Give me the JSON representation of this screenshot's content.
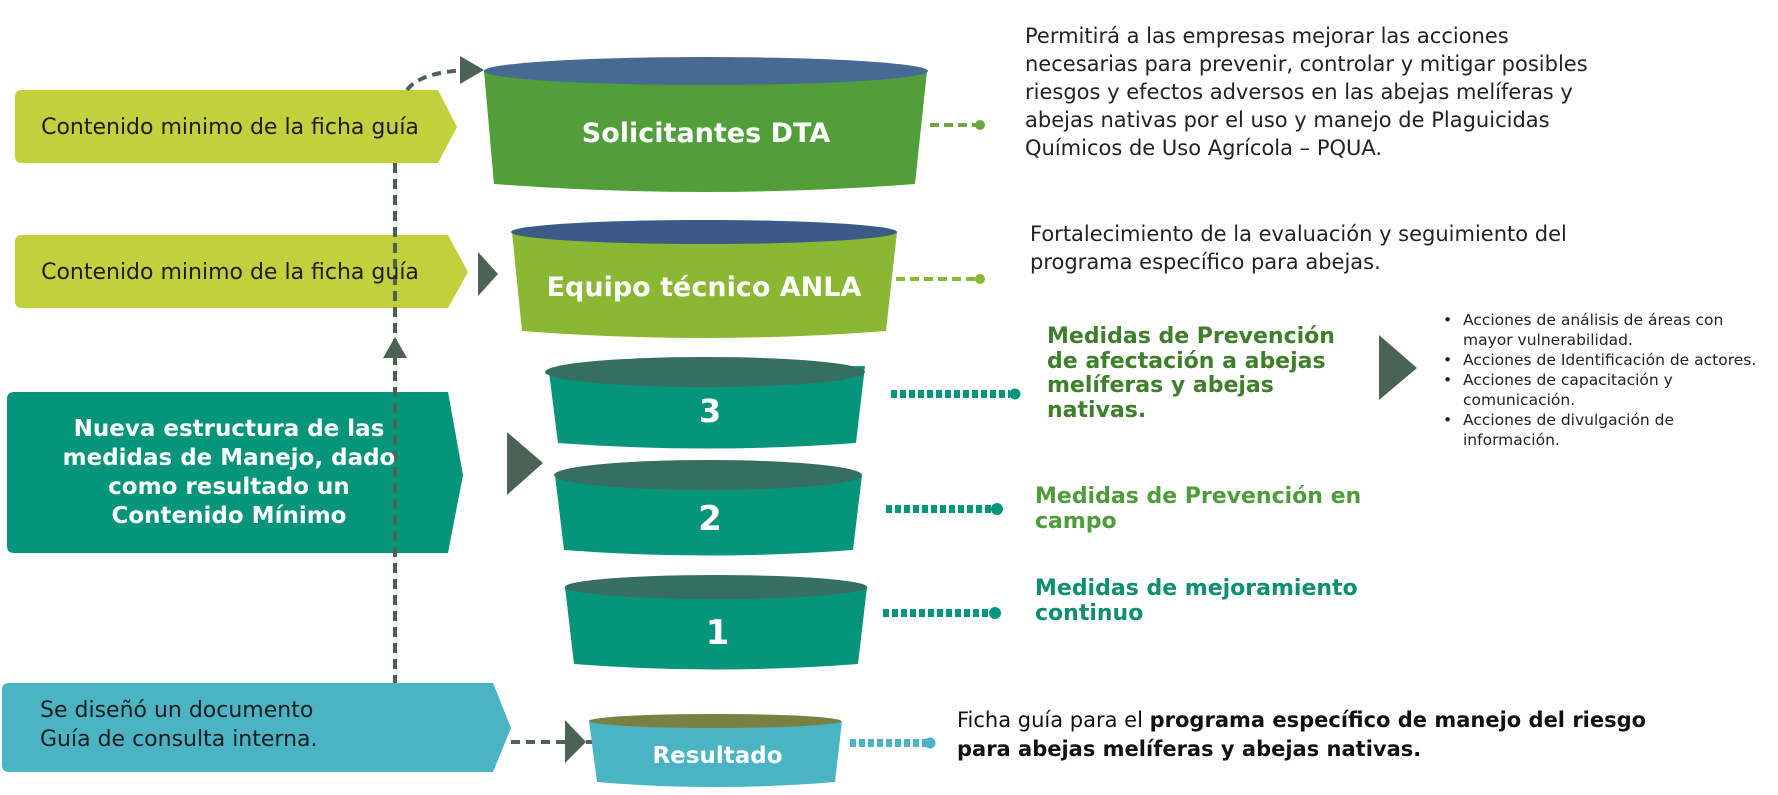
{
  "colors": {
    "lime": "#c2d03b",
    "funnel_top_green": "#519e3a",
    "funnel_ellipse_blue": "#466a92",
    "funnel_ellipse_blue_dark": "#3a5b86",
    "funnel_mid_green": "#8ab734",
    "tier_teal": "#05957a",
    "tier_ellipse": "#376e62",
    "result_blue": "#4ab4c5",
    "result_ellipse": "#7a8042",
    "arrow_dark": "#4a6353",
    "measure_dark_green": "#3f7f2c",
    "measure_green": "#4f9c3a",
    "measure_teal": "#0f8f72"
  },
  "left_boxes": [
    {
      "id": "contenido-minimo-1",
      "text": "Contenido minimo de la ficha guía"
    },
    {
      "id": "contenido-minimo-2",
      "text": "Contenido minimo de la ficha guía"
    },
    {
      "id": "nueva-estructura",
      "text": "Nueva estructura de las medidas de Manejo, dado como resultado un Contenido Mínimo"
    },
    {
      "id": "documento-guia",
      "line1": "Se diseñó un documento",
      "line2": "Guía de consulta interna."
    }
  ],
  "funnel": {
    "top": {
      "label": "Solicitantes DTA"
    },
    "second": {
      "label": "Equipo técnico ANLA"
    },
    "tiers": [
      {
        "label": "3",
        "measure": "Medidas de Prevención de afectación a abejas melíferas y abejas nativas."
      },
      {
        "label": "2",
        "measure": "Medidas de Prevención en campo"
      },
      {
        "label": "1",
        "measure": "Medidas de mejoramiento continuo"
      }
    ],
    "result": {
      "label": "Resultado"
    }
  },
  "descriptions": {
    "solicitantes": "Permitirá a las empresas mejorar las acciones necesarias para prevenir, controlar y mitigar posibles riesgos y efectos adversos en las abejas melíferas y abejas nativas  por el uso y manejo de Plaguicidas Químicos de Uso Agrícola – PQUA.",
    "equipo": "Fortalecimiento de la evaluación y seguimiento del programa específico para abejas."
  },
  "tier3_actions": [
    "Acciones de análisis de áreas con mayor vulnerabilidad.",
    "Acciones de Identificación de actores.",
    "Acciones de capacitación y comunicación.",
    "Acciones de divulgación de información."
  ],
  "result_text": {
    "prefix": "Ficha guía para el ",
    "bold": "programa específico de manejo del riesgo para abejas melíferas y abejas nativas."
  }
}
